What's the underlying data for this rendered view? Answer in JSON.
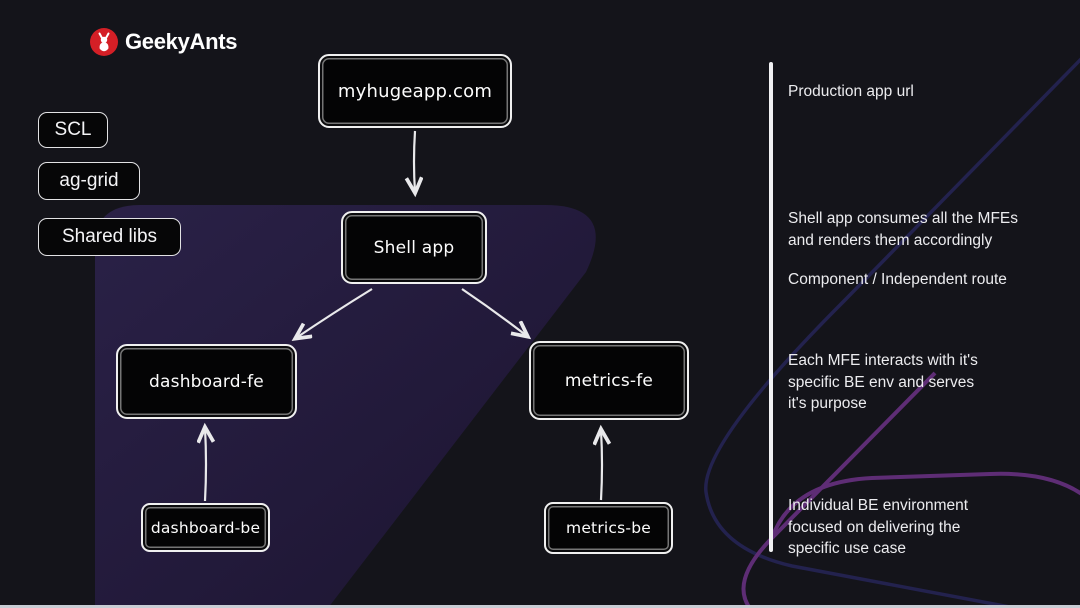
{
  "logo": {
    "text": "GeekyAnts",
    "icon": "ant-icon",
    "icon_color": "#d41f26"
  },
  "shared_lib_chips": [
    {
      "label": "SCL"
    },
    {
      "label": "ag-grid"
    },
    {
      "label": "Shared libs"
    }
  ],
  "diagram": {
    "nodes": [
      {
        "id": "myhugeapp",
        "label": "myhugeapp.com"
      },
      {
        "id": "shell",
        "label": "Shell app"
      },
      {
        "id": "dashboard-fe",
        "label": "dashboard-fe"
      },
      {
        "id": "metrics-fe",
        "label": "metrics-fe"
      },
      {
        "id": "dashboard-be",
        "label": "dashboard-be"
      },
      {
        "id": "metrics-be",
        "label": "metrics-be"
      }
    ],
    "edges": [
      {
        "from": "myhugeapp",
        "to": "shell"
      },
      {
        "from": "shell",
        "to": "dashboard-fe"
      },
      {
        "from": "shell",
        "to": "metrics-fe"
      },
      {
        "from": "dashboard-be",
        "to": "dashboard-fe"
      },
      {
        "from": "metrics-be",
        "to": "metrics-fe"
      }
    ]
  },
  "annotations": [
    {
      "text": "Production app url"
    },
    {
      "text": "Shell app consumes all the MFEs\nand renders them accordingly"
    },
    {
      "text": "Component / Independent route"
    },
    {
      "text": "Each MFE interacts with it's\nspecific BE env and serves\nit's purpose"
    },
    {
      "text": "Individual BE environment\nfocused on delivering the\nspecific use case"
    }
  ],
  "colors": {
    "background": "#14141a",
    "wedge_top": "#2a2147",
    "wedge_bottom": "#1c1430",
    "node_fill": "#040405",
    "node_stroke": "#f0f0f0",
    "accent_purple": "#5e2d75",
    "accent_indigo": "#23224e",
    "logo_red": "#d41f26",
    "text": "#ececef"
  }
}
